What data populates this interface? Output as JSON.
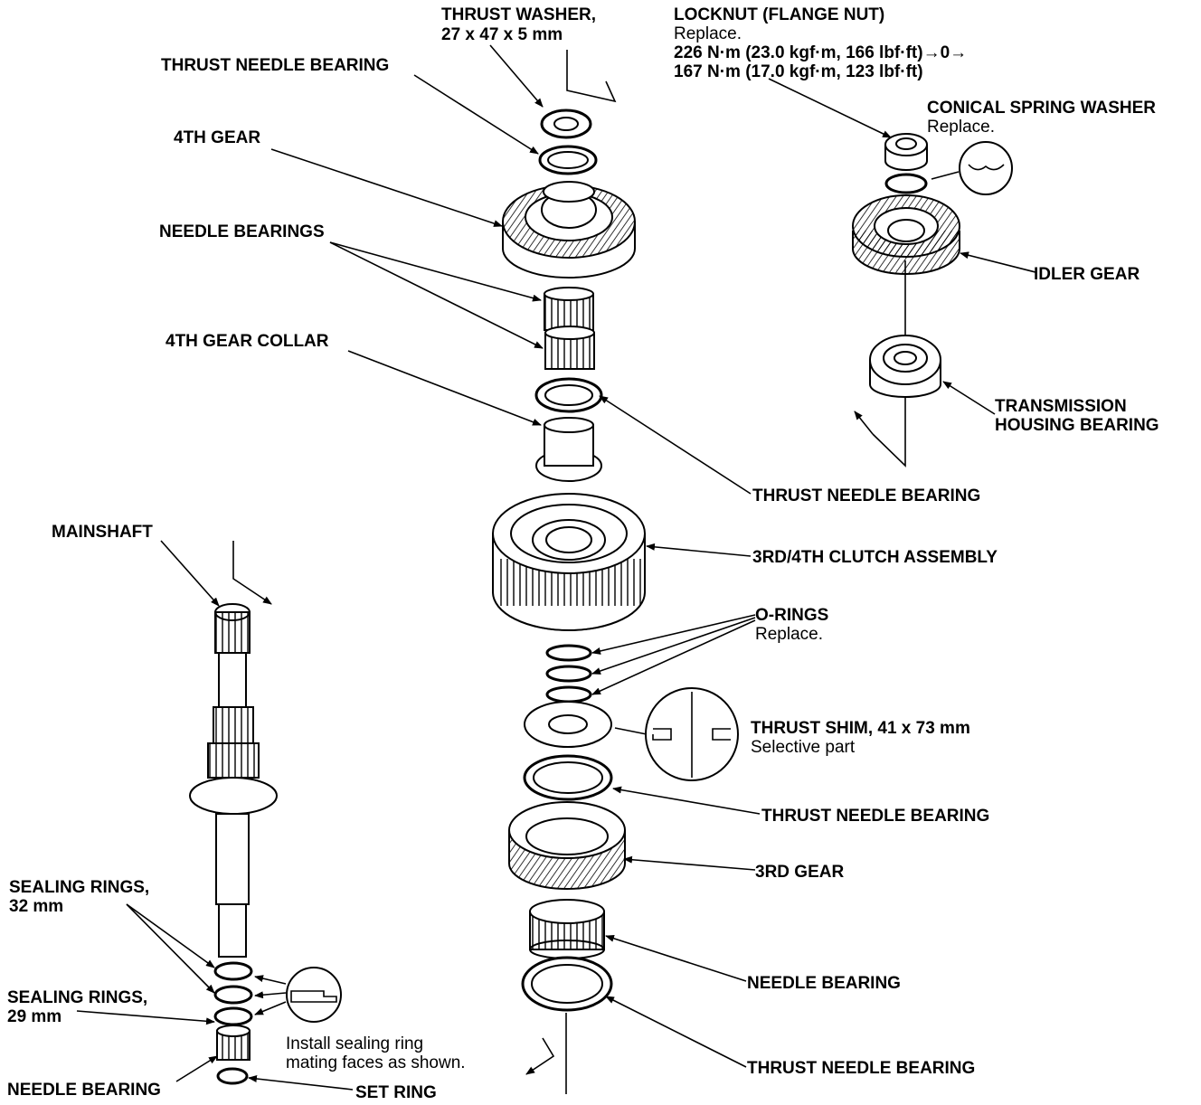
{
  "labels": {
    "thrust_washer": {
      "title": "THRUST WASHER,",
      "sub": "27 x 47 x 5 mm"
    },
    "locknut": {
      "title": "LOCKNUT (FLANGE NUT)",
      "line1": "Replace.",
      "line2": "226 N·m (23.0 kgf·m, 166 lbf·ft)→0→",
      "line3": "167 N·m (17.0 kgf·m, 123 lbf·ft)"
    },
    "thrust_needle_bearing_top": "THRUST NEEDLE BEARING",
    "conical_spring_washer": {
      "title": "CONICAL SPRING WASHER",
      "sub": "Replace."
    },
    "fourth_gear": "4TH GEAR",
    "needle_bearings": "NEEDLE BEARINGS",
    "idler_gear": "IDLER GEAR",
    "fourth_gear_collar": "4TH GEAR COLLAR",
    "transmission_housing_bearing": {
      "line1": "TRANSMISSION",
      "line2": "HOUSING BEARING"
    },
    "thrust_needle_bearing_mid": "THRUST NEEDLE BEARING",
    "mainshaft": "MAINSHAFT",
    "clutch_assembly": "3RD/4TH CLUTCH ASSEMBLY",
    "o_rings": {
      "title": "O-RINGS",
      "sub": "Replace."
    },
    "thrust_shim": {
      "title": "THRUST SHIM, 41 x 73 mm",
      "sub": "Selective part"
    },
    "thrust_needle_bearing_lower": "THRUST NEEDLE BEARING",
    "sealing_rings_32": {
      "line1": "SEALING RINGS,",
      "line2": "32 mm"
    },
    "third_gear": "3RD GEAR",
    "sealing_rings_29": {
      "line1": "SEALING RINGS,",
      "line2": "29 mm"
    },
    "needle_bearing_right": "NEEDLE BEARING",
    "install_note": {
      "line1": "Install sealing ring",
      "line2": "mating faces as shown."
    },
    "needle_bearing_left": "NEEDLE BEARING",
    "set_ring": "SET RING",
    "thrust_needle_bearing_bottom": "THRUST NEEDLE BEARING"
  }
}
